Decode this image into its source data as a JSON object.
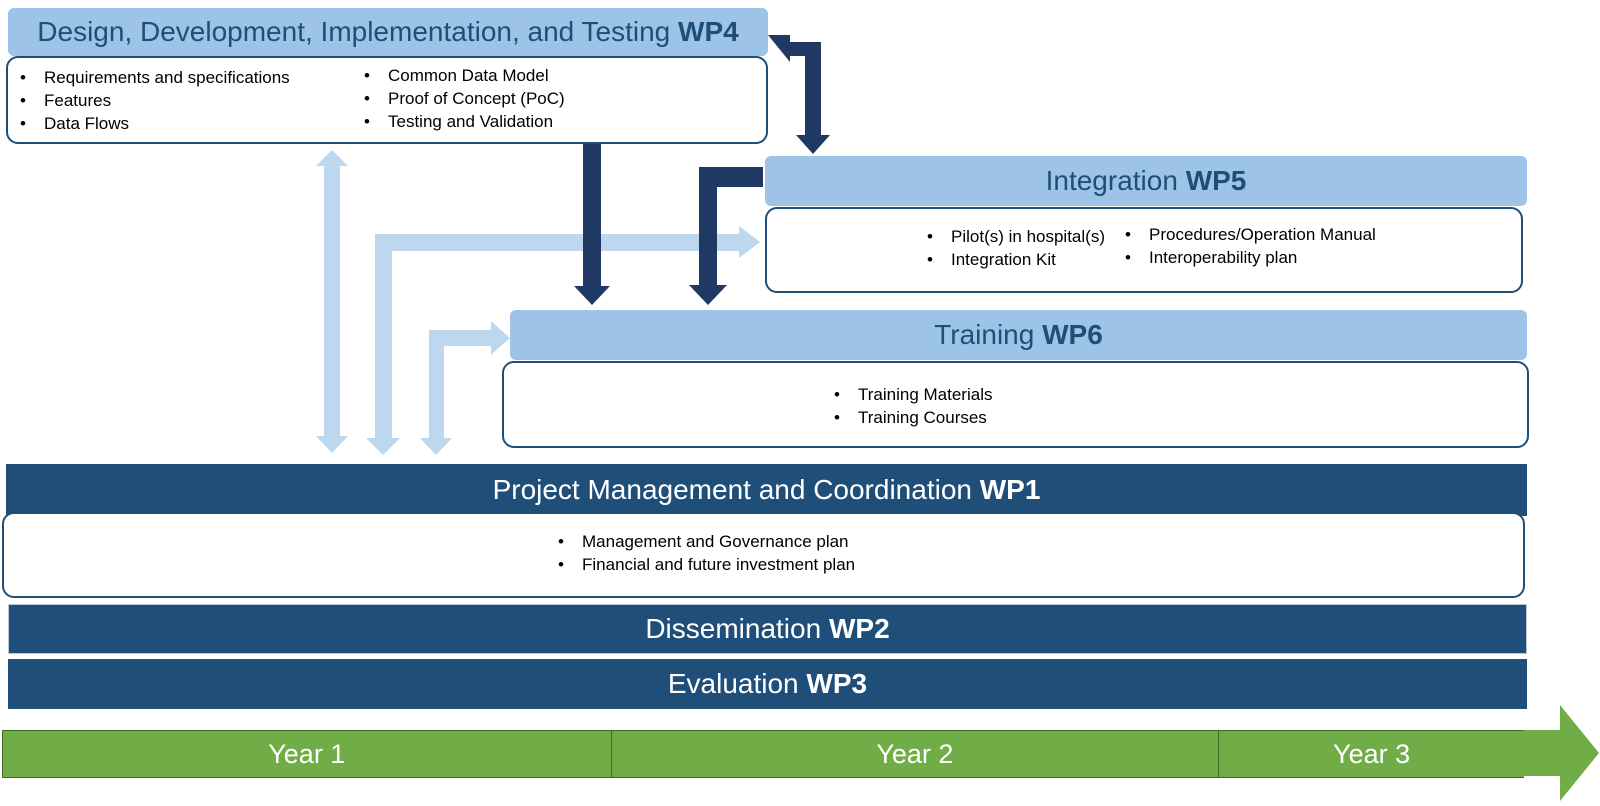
{
  "wp4": {
    "title": "Design, Development, Implementation, and Testing",
    "code": "WP4",
    "items_left": [
      "Requirements and specifications",
      "Features",
      "Data Flows"
    ],
    "items_right": [
      "Common Data Model",
      "Proof of Concept (PoC)",
      "Testing and Validation"
    ]
  },
  "wp5": {
    "title": "Integration",
    "code": "WP5",
    "items_left": [
      "Pilot(s) in hospital(s)",
      "Integration Kit"
    ],
    "items_right": [
      "Procedures/Operation Manual",
      "Interoperability plan"
    ]
  },
  "wp6": {
    "title": "Training",
    "code": "WP6",
    "items": [
      "Training Materials",
      "Training Courses"
    ]
  },
  "wp1": {
    "title": "Project Management and Coordination",
    "code": "WP1",
    "items": [
      "Management and Governance plan",
      "Financial and future investment plan"
    ]
  },
  "wp2": {
    "title": "Dissemination",
    "code": "WP2"
  },
  "wp3": {
    "title": "Evaluation",
    "code": "WP3"
  },
  "timeline": {
    "years": [
      "Year 1",
      "Year 2",
      "Year 3"
    ]
  },
  "colors": {
    "light_blue": "#9dc3e6",
    "dark_blue": "#1f4e79",
    "navy_arrow": "#203864",
    "pale_arrow": "#bdd7ee",
    "green": "#70ad47"
  }
}
